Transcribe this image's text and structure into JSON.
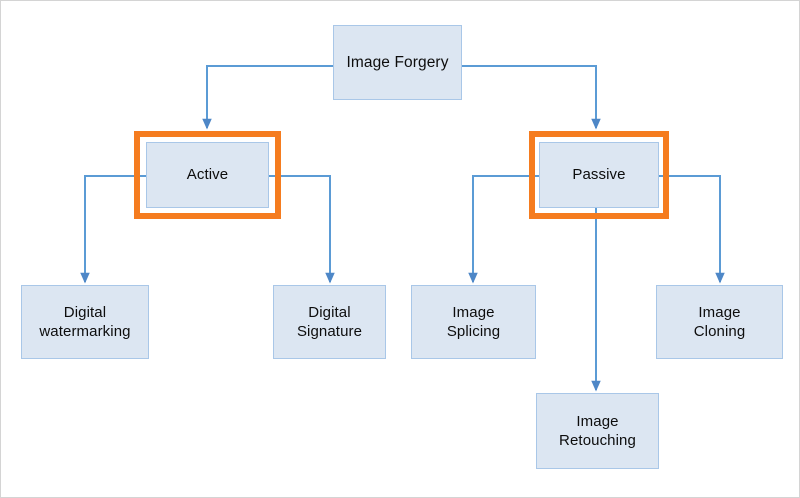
{
  "diagram": {
    "title": "Image Forgery",
    "colors": {
      "node_fill": "#dce6f2",
      "node_border": "#a9c7e8",
      "connector": "#5b9bd5",
      "selection_highlight": "#f57c1f",
      "page_border": "#d4d4d4",
      "text": "#0d0d0d",
      "background": "#ffffff"
    },
    "nodes": {
      "root": {
        "label": "Image Forgery",
        "selected": false
      },
      "active": {
        "label": "Active",
        "selected": true
      },
      "passive": {
        "label": "Passive",
        "selected": true
      },
      "digital_watermarking": {
        "label": "Digital\nwatermarking",
        "selected": false
      },
      "digital_signature": {
        "label": "Digital\nSignature",
        "selected": false
      },
      "image_splicing": {
        "label": "Image\nSplicing",
        "selected": false
      },
      "image_retouching": {
        "label": "Image\nRetouching",
        "selected": false
      },
      "image_cloning": {
        "label": "Image\nCloning",
        "selected": false
      }
    },
    "edges": [
      {
        "from": "root",
        "to": "active"
      },
      {
        "from": "root",
        "to": "passive"
      },
      {
        "from": "active",
        "to": "digital_watermarking"
      },
      {
        "from": "active",
        "to": "digital_signature"
      },
      {
        "from": "passive",
        "to": "image_splicing"
      },
      {
        "from": "passive",
        "to": "image_retouching"
      },
      {
        "from": "passive",
        "to": "image_cloning"
      }
    ]
  }
}
